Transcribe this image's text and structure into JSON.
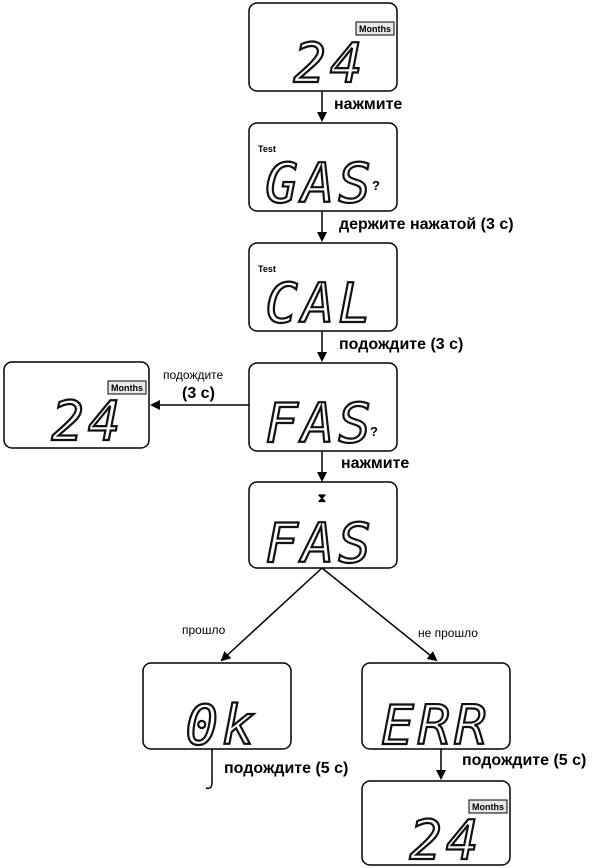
{
  "screens": {
    "s1": {
      "display": "24",
      "badge": "Months"
    },
    "s2": {
      "display": "GAS",
      "mark": "?",
      "tag": "Test"
    },
    "s3": {
      "display": "CAL",
      "tag": "Test"
    },
    "s4": {
      "display": "FAS",
      "mark": "?"
    },
    "s5": {
      "display": "FAS",
      "mark": "⧗"
    },
    "s6": {
      "display": "0k"
    },
    "s7": {
      "display": "ERR"
    },
    "s8": {
      "display": "24",
      "badge": "Months"
    },
    "s9": {
      "display": "24",
      "badge": "Months"
    }
  },
  "labels": {
    "l1": "нажмите",
    "l2": "держите нажатой (3 с)",
    "l3": "подождите (3 с)",
    "l4a": "подождите",
    "l4b": "(3 с)",
    "l5": "нажмите",
    "l6": "прошло",
    "l7": "не прошло",
    "l8": "подождите (5 с)",
    "l9": "подождите (5 с)"
  }
}
